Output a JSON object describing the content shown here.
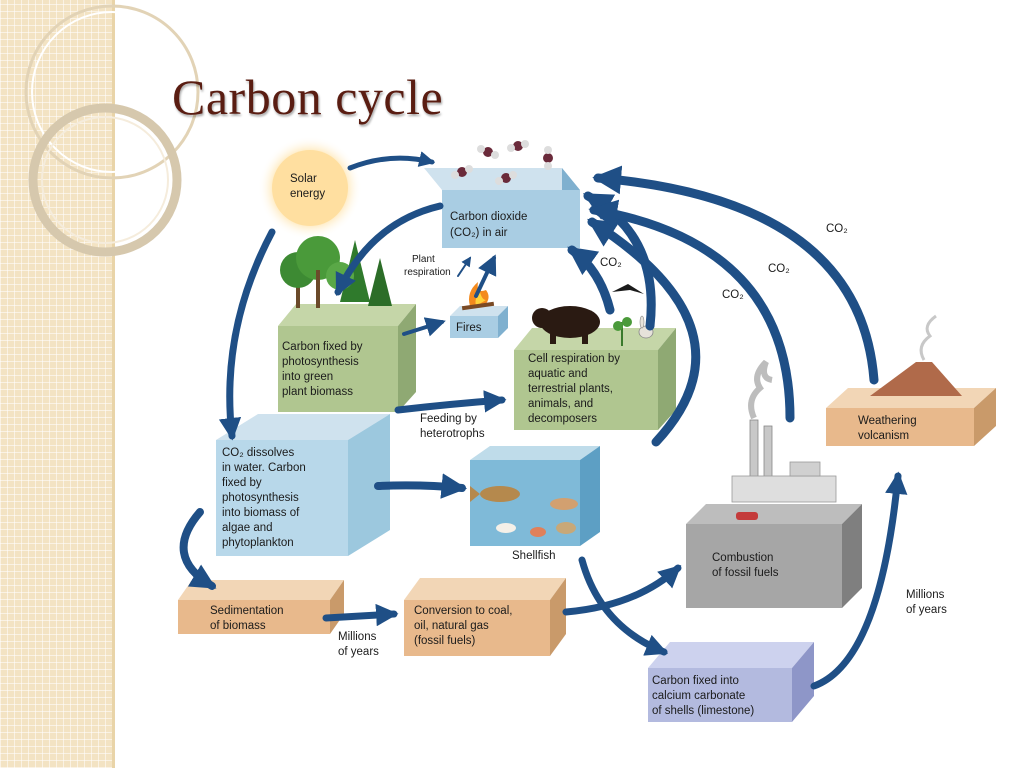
{
  "slide": {
    "title": "Carbon cycle"
  },
  "nodes": {
    "solar": [
      "Solar",
      "energy"
    ],
    "co2_air": [
      "Carbon dioxide",
      "(CO₂) in air"
    ],
    "plant_respiration": [
      "Plant",
      "respiration"
    ],
    "fires": [
      "Fires"
    ],
    "carbon_fixed": [
      "Carbon fixed by",
      "photosynthesis",
      "into green",
      "plant biomass"
    ],
    "cell_respiration": [
      "Cell respiration by",
      "aquatic and",
      "terrestrial plants,",
      "animals, and",
      "decomposers"
    ],
    "feeding": [
      "Feeding by",
      "heterotrophs"
    ],
    "co2_water": [
      "CO₂ dissolves",
      "in water. Carbon",
      "fixed by",
      "photosynthesis",
      "into biomass of",
      "algae and",
      "phytoplankton"
    ],
    "shellfish": [
      "Shellfish"
    ],
    "combustion": [
      "Combustion",
      "of fossil fuels"
    ],
    "weathering": [
      "Weathering",
      "volcanism"
    ],
    "sedimentation": [
      "Sedimentation",
      "of biomass"
    ],
    "conversion": [
      "Conversion to coal,",
      "oil, natural gas",
      "(fossil fuels)"
    ],
    "millions_1": [
      "Millions",
      "of years"
    ],
    "millions_2": [
      "Millions",
      "of years"
    ],
    "limestone": [
      "Carbon fixed into",
      "calcium carbonate",
      "of shells (limestone)"
    ],
    "co2_a": [
      "CO₂"
    ],
    "co2_b": [
      "CO₂"
    ],
    "co2_c": [
      "CO₂"
    ],
    "co2_d": [
      "CO₂"
    ]
  },
  "colors": {
    "arrow": "#1f4f86",
    "title": "#5a1d12"
  }
}
